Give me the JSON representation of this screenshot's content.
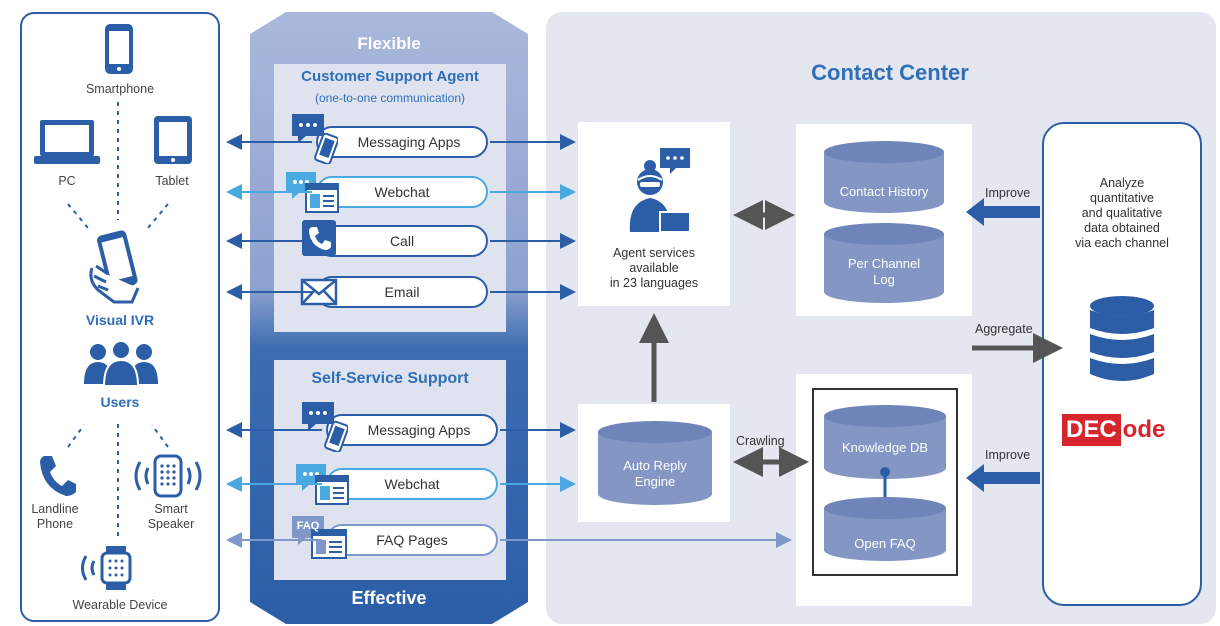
{
  "devices": {
    "smartphone": "Smartphone",
    "pc": "PC",
    "tablet": "Tablet",
    "visual_ivr": "Visual IVR",
    "users": "Users",
    "landline_phone": "Landline\nPhone",
    "smart_speaker": "Smart\nSpeaker",
    "wearable_device": "Wearable Device"
  },
  "band": {
    "top_label": "Flexible",
    "bottom_label": "Effective",
    "agent_section": {
      "title": "Customer Support Agent",
      "subtitle": "(one-to-one communication)",
      "channels": [
        "Messaging Apps",
        "Webchat",
        "Call",
        "Email"
      ]
    },
    "self_section": {
      "title": "Self-Service Support",
      "channels": [
        "Messaging Apps",
        "Webchat",
        "FAQ Pages"
      ],
      "faq_badge": "FAQ"
    }
  },
  "contact_center": {
    "title": "Contact Center",
    "agent_services": "Agent  services\navailable\nin 23 languages",
    "auto_reply": "Auto Reply\nEngine",
    "contact_history": "Contact History",
    "per_channel_log": "Per Channel\nLog",
    "knowledge_db": "Knowledge DB",
    "open_faq": "Open FAQ",
    "crawling": "Crawling",
    "improve_top": "Improve",
    "improve_bottom": "Improve",
    "aggregate": "Aggregate",
    "analyze_text": "Analyze\nquantitative\nand qualitative\ndata obtained\nvia each channel",
    "decode_logo": {
      "boxed": "DEC",
      "rest": "ode"
    }
  },
  "colors": {
    "dark_blue": "#2b5ea7",
    "light_blue": "#4aa9e0",
    "slate_blue": "#7f97c9",
    "band_mid": "#8fa6d0",
    "cylinder": "#8396c4",
    "arrow_gray": "#555555",
    "decode_red": "#d7252c",
    "cc_background": "#e4e6f0"
  }
}
